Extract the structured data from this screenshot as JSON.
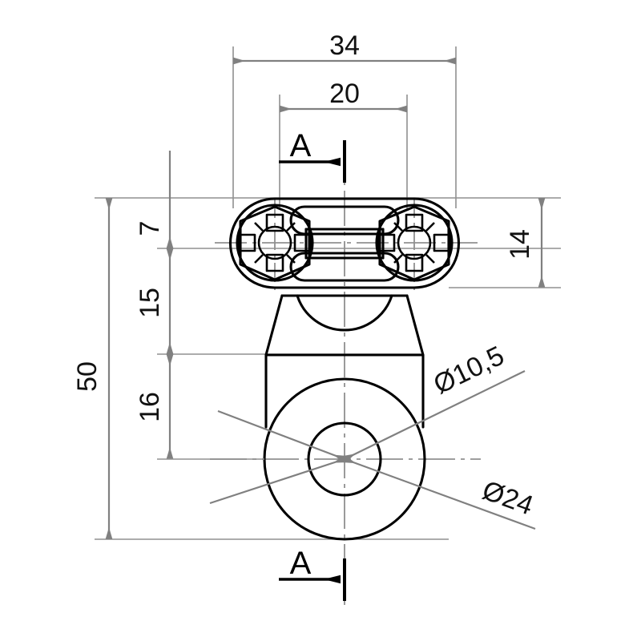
{
  "drawing": {
    "title": "Mechanical part orthographic view with section A-A markers",
    "units_note": "",
    "colors": {
      "outline": "#000000",
      "dimension": "#808080",
      "centerline": "#909090",
      "text": "#111111",
      "background": "#ffffff"
    },
    "dimensions": {
      "width_overall": "34",
      "width_inner": "20",
      "height_overall": "50",
      "height_top": "7",
      "height_middle": "15",
      "height_lower": "16",
      "height_right": "14",
      "bore_diameter": "Ø10,5",
      "boss_diameter": "Ø24"
    },
    "section_marks": {
      "top_label": "A",
      "bottom_label": "A"
    },
    "features": {
      "hex_nut_left": "hex-nut-left",
      "hex_nut_right": "hex-nut-right",
      "spline_left": "spline-star-left",
      "spline_right": "spline-star-right",
      "body_taper": "tapered-body",
      "boss_outer_circle": "boss-outer-circle",
      "boss_inner_circle": "bore-circle"
    }
  }
}
